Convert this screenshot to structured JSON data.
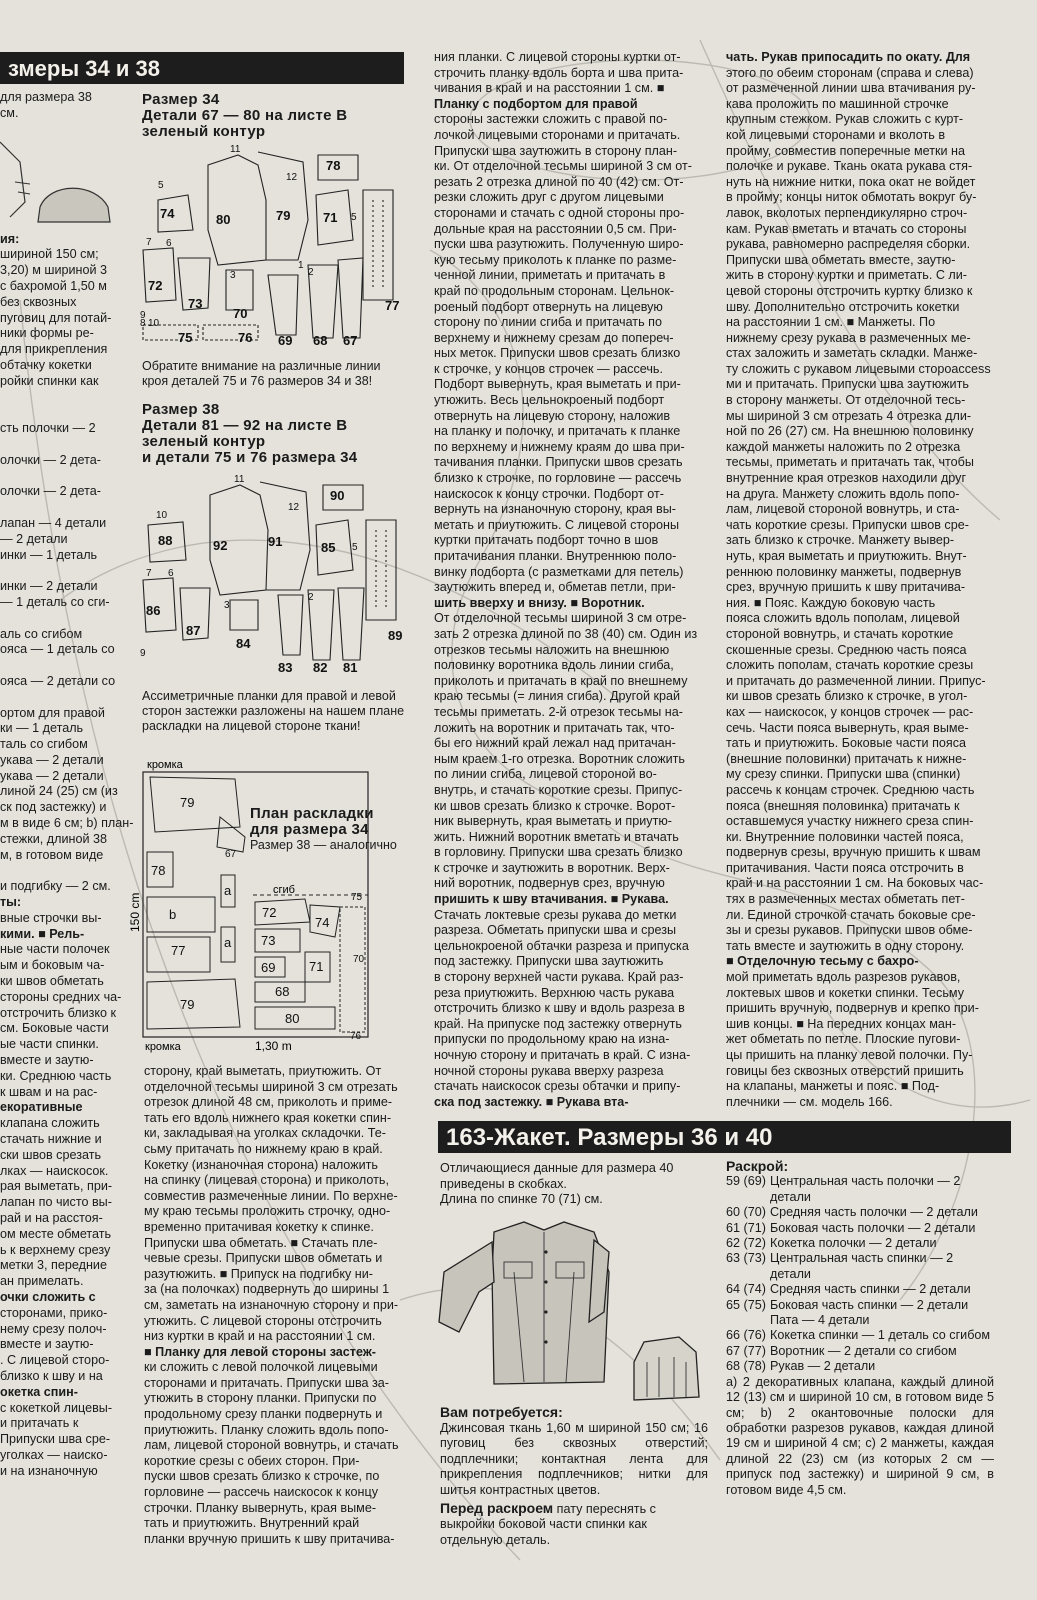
{
  "header_left": "змеры 34 и 38",
  "header_bottom": "163-Жакет. Размеры 36 и 40",
  "left_column": [
    "для размера 38",
    "см.",
    "",
    "",
    "",
    "",
    "",
    "",
    "ия:",
    "шириной 150 см;",
    "3,20) м шириной 3",
    "с бахромой 1,50 м",
    "без сквозных",
    "пуговиц для потай-",
    "ники формы ре-",
    "для прикрепления",
    "",
    "обтачку кокетки",
    "ройки спинки как",
    "",
    "",
    "сть полочки — 2",
    "",
    "олочки — 2 дета-",
    "",
    "олочки — 2 дета-",
    "",
    "лапан — 4 детали",
    "— 2 детали",
    "инки — 1 деталь",
    "",
    "инки — 2 детали",
    "— 1 деталь со сги-",
    "",
    "аль со сгибом",
    "ояса — 1 деталь со",
    "",
    "ояса — 2 детали со",
    "",
    "ортом для правой",
    "ки — 1 деталь",
    "таль со сгибом",
    "укава — 2 детали",
    "укава — 2 детали",
    "линой 24 (25) см (из",
    "ск под застежку) и",
    "м в виде 6 см; b) план-",
    "стежки, длиной 38",
    "м, в готовом виде",
    "",
    "и подгибку — 2 см.",
    "ты:",
    "вные строчки вы-",
    "кими. ■ Рель-",
    "ные части полочек",
    "ым и боковым ча-",
    "ки швов обметать",
    "стороны средних ча-",
    "отстрочить близко к",
    "см. Боковые части",
    "ые части спинки.",
    "вместе и заутю-",
    "ки. Среднюю часть",
    "к швам и на рас-",
    "екоративные",
    "клапана сложить",
    "стачать нижние и",
    "ски швов срезать",
    "лках — наискосок.",
    "рая выметать, при-",
    "лапан по чисто вы-",
    "рай и на расстоя-",
    "ом месте обметать",
    "ь к верхнему срезу",
    "метки 3, передние",
    "ан примелать.",
    "очки сложить с",
    "сторонами, прико-",
    "нему срезу полоч-",
    "вместе и заутю-",
    ". С лицевой сторо-",
    "близко к шву и на",
    "окетка спин-",
    "с кокеткой лицевы-",
    "и притачать к",
    "Припуски шва сре-",
    "уголках — наиско-",
    "и на изнаночную"
  ],
  "size34": {
    "title": "Размер 34",
    "line1": "Детали 67 — 80 на листе В",
    "line2": "зеленый контур"
  },
  "note1": "Обратите внимание на различные линии кроя деталей 75 и 76 размеров 34 и 38!",
  "size38": {
    "title": "Размер 38",
    "line1": "Детали 81 — 92 на листе В",
    "line2": "зеленый контур",
    "line3": "и детали 75 и 76 размера 34"
  },
  "note2": "Ассиметричные планки для правой и левой сторон застежки разложены на нашем плане раскладки на лицевой стороне ткани!",
  "layout_plan": {
    "title1": "План раскладки",
    "title2": "для размера 34",
    "subtitle": "Размер 38 — аналогично",
    "kromka_top": "кромка",
    "kromka_bottom": "кромка",
    "sgib": "сгиб",
    "width": "1,30 m",
    "height": "150 cm"
  },
  "mid_lower": [
    "сторону, край выметать, приутюжить. От",
    "отделочной тесьмы шириной 3 см отрезать",
    "отрезок длиной 48 см, приколоть и приме-",
    "тать его вдоль нижнего края кокетки спин-",
    "ки, закладывая на уголках складочки. Те-",
    "сьму притачать по нижнему краю в край.",
    "Кокетку (изнаночная сторона) наложить",
    "на спинку (лицевая сторона) и приколоть,",
    "совместив размеченные линии. По верхне-",
    "му краю тесьмы проложить строчку, одно-",
    "временно притачивая кокетку к спинке.",
    "Припуски шва обметать. ■ Стачать пле-",
    "чевые срезы. Припуски швов обметать и",
    "разутюжить. ■ Припуск на подгибку ни-",
    "за (на полочках) подвернуть до ширины 1",
    "см, заметать на изнаночную сторону и при-",
    "утюжить. С лицевой стороны отстрочить",
    "низ куртки в край и на расстоянии 1 см.",
    "■ Планку для левой стороны застеж-",
    "ки сложить с левой полочкой лицевыми",
    "сторонами и притачать. Припуски шва за-",
    "утюжить в сторону планки. Припуски по",
    "продольному срезу планки подвернуть и",
    "приутюжить. Планку сложить вдоль попо-",
    "лам, лицевой стороной вовнутрь, и стачать",
    "короткие срезы с обеих сторон. При-",
    "пуски швов срезать близко к строчке, по",
    "горловине — рассечь наискосок к концу",
    "строчки. Планку вывернуть, края выме-",
    "тать и приутюжить. Внутренний край",
    "планки вручную пришить к шву притачива-"
  ],
  "col3": [
    "ния планки. С лицевой стороны куртки от-",
    "строчить планку вдоль борта и шва прита-",
    "чивания в край и на расстоянии 1 см. ■",
    "Планку с подбортом для правой",
    "стороны застежки сложить с правой по-",
    "лочкой лицевыми сторонами и притачать.",
    "Припуски шва заутюжить в сторону план-",
    "ки. От отделочной тесьмы шириной 3 см от-",
    "резать 2 отрезка длиной по 40 (42) см. От-",
    "резки сложить друг с другом лицевыми",
    "сторонами и стачать с одной стороны про-",
    "дольные края на расстоянии 0,5 см. При-",
    "пуски шва разутюжить. Полученную широ-",
    "кую тесьму приколоть к планке по разме-",
    "ченной линии, приметать и притачать в",
    "край по продольным сторонам. Цельнок-",
    "роеный подборт отвернуть на лицевую",
    "сторону по линии сгиба и притачать по",
    "верхнему и нижнему срезам до попереч-",
    "ных меток. Припуски швов срезать близко",
    "к строчке, у концов строчек — рассечь.",
    "Подборт вывернуть, края выметать и при-",
    "утюжить. Весь цельнокроеный подборт",
    "отвернуть на лицевую сторону, наложив",
    "на планку и полочку, и притачать к планке",
    "по верхнему и нижнему краям до шва при-",
    "тачивания планки. Припуски швов срезать",
    "близко к строчке, по горловине — рассечь",
    "наискосок к концу строчки. Подборт от-",
    "вернуть на изнаночную сторону, края вы-",
    "метать и приутюжить. С лицевой стороны",
    "куртки притачать подборт точно в шов",
    "притачивания планки. Внутреннюю поло-",
    "винку подборта (с разметками для петель)",
    "заутюжить вперед и, обметав петли, при-",
    "шить вверху и внизу. ■ Воротник.",
    "От отделочной тесьмы шириной 3 см отре-",
    "зать 2 отрезка длиной по 38 (40) см. Один из",
    "отрезков тесьмы наложить на внешнюю",
    "половинку воротника вдоль линии сгиба,",
    "приколоть и притачать в край по внешнему",
    "краю тесьмы (= линия сгиба). Другой край",
    "тесьмы приметать. 2-й отрезок тесьмы на-",
    "ложить на воротник и притачать так, что-",
    "бы его нижний край лежал над притачан-",
    "ным краем 1-го отрезка. Воротник сложить",
    "по линии сгиба, лицевой стороной во-",
    "внутрь, и стачать короткие срезы. Припус-",
    "ки швов срезать близко к строчке. Ворот-",
    "ник вывернуть, края выметать и приутю-",
    "жить. Нижний воротник вметать и втачать",
    "в горловину. Припуски шва срезать близко",
    "к строчке и заутюжить в воротник. Верх-",
    "ний воротник, подвернув срез, вручную",
    "пришить к шву втачивания. ■ Рукава.",
    "Стачать локтевые срезы рукава до метки",
    "разреза. Обметать припуски шва и срезы",
    "цельнокроеной обтачки разреза и припуска",
    "под застежку. Припуски шва заутюжить",
    "в сторону верхней части рукава. Край раз-",
    "реза приутюжить. Верхнюю часть рукава",
    "отстрочить близко к шву и вдоль разреза в",
    "край. На припуске под застежку отвернуть",
    "припуски по продольному краю на изна-",
    "ночную сторону и притачать в край. С изна-",
    "ночной стороны рукава вверху разреза",
    "стачать наискосок срезы обтачки и припу-",
    "ска под застежку. ■ Рукава вта-"
  ],
  "col4": [
    "чать. Рукав припосадить по окату. Для",
    "этого по обеим сторонам (справа и слева)",
    "от размеченной линии шва втачивания ру-",
    "кава проложить по машинной строчке",
    "крупным стежком. Рукав сложить с курт-",
    "кой лицевыми сторонами и вколоть в",
    "пройму, совместив поперечные метки на",
    "полочке и рукаве. Ткань оката рукава стя-",
    "нуть на нижние нитки, пока окат не войдет",
    "в пройму; концы ниток обмотать вокруг бу-",
    "лавок, вколотых перпендикулярно строч-",
    "кам. Рукав вметать и втачать со стороны",
    "рукава, равномерно распределяя сборки.",
    "Припуски шва обметать вместе, заутю-",
    "жить в сторону куртки и приметать. С ли-",
    "цевой стороны отстрочить куртку близко к",
    "шву. Дополнительно отстрочить кокетки",
    "на расстоянии 1 см. ■ Манжеты. По",
    "нижнему срезу рукава в размеченных ме-",
    "стах заложить и заметать складки. Манже-",
    "ту сложить с рукавом лицевыми стороaccess",
    "ми и притачать. Припуски шва заутюжить",
    "в сторону манжеты. От отделочной тесь-",
    "мы шириной 3 см отрезать 4 отрезка дли-",
    "ной по 26 (27) см. На внешнюю половинку",
    "каждой манжеты наложить по 2 отрезка",
    "тесьмы, приметать и притачать так, чтобы",
    "внутренние края отрезков находили друг",
    "на друга. Манжету сложить вдоль попо-",
    "лам, лицевой стороной вовнутрь, и ста-",
    "чать короткие срезы. Припуски швов сре-",
    "зать близко к строчке. Манжету вывер-",
    "нуть, края выметать и приутюжить. Внут-",
    "реннюю половинку манжеты, подвернув",
    "срез, вручную пришить к шву притачива-",
    "ния. ■ Пояс. Каждую боковую часть",
    "пояса сложить вдоль пополам, лицевой",
    "стороной вовнутрь, и стачать короткие",
    "скошенные срезы. Среднюю часть пояса",
    "сложить пополам, стачать короткие срезы",
    "и притачать до размеченной линии. Припус-",
    "ки швов срезать близко к строчке, в угол-",
    "ках — наискосок, у концов строчек — рас-",
    "сечь. Части пояса вывернуть, края выме-",
    "тать и приутюжить. Боковые части пояса",
    "(внешние половинки) притачать к нижне-",
    "му срезу спинки. Припуски шва (спинки)",
    "рассечь к концам строчек. Среднюю часть",
    "пояса (внешняя половинка) притачать к",
    "оставшемуся участку нижнего среза спин-",
    "ки. Внутренние половинки частей пояса,",
    "подвернув срезы, вручную пришить к швам",
    "притачивания. Части пояса отстрочить в",
    "край и на расстоянии 1 см. На боковых час-",
    "тях в размеченных местах обметать пет-",
    "ли. Единой строчкой стачать боковые сре-",
    "зы и срезы рукавов. Припуски швов обме-",
    "тать вместе и заутюжить в одну сторону.",
    "■ Отделочную тесьму с бахро-",
    "мой приметать вдоль разрезов рукавов,",
    "локтевых швов и кокетки спинки. Тесьму",
    "пришить вручную, подвернув и крепко при-",
    "шив концы. ■ На передних концах ман-",
    "жет обметать по петле. Плоские пугови-",
    "цы пришить на планку левой полочки. Пу-",
    "говицы без сквозных отверстий пришить",
    "на клапаны, манжеты и пояс. ■ Под-",
    "плечники — см. модель 166."
  ],
  "jacket": {
    "intro1": "Отличающиеся данные для размера 40",
    "intro2": "приведены в скобках.",
    "intro3": "Длина по спинке 70 (71) см.",
    "need_title": "Вам потребуется:",
    "need_text": "Джинсовая ткань 1,60 м шириной 150 см; 16 пуговиц без сквозных отверстий; подплечники; контактная лента для прикрепления подплечников; нитки для шитья контрастных цветов.",
    "before_title": "Перед раскроем",
    "before_text": "пату переснять с выкройки боковой части спинки как отдельную деталь."
  },
  "cut": {
    "title": "Раскрой:",
    "items": [
      {
        "n": "59 (69)",
        "t": "Центральная часть полочки — 2 детали"
      },
      {
        "n": "60 (70)",
        "t": "Средняя часть полочки — 2 детали"
      },
      {
        "n": "61 (71)",
        "t": "Боковая часть полочки — 2 детали"
      },
      {
        "n": "62 (72)",
        "t": "Кокетка полочки — 2 детали"
      },
      {
        "n": "63 (73)",
        "t": "Центральная часть спинки — 2 детали"
      },
      {
        "n": "64 (74)",
        "t": "Средняя часть спинки — 2 детали"
      },
      {
        "n": "65 (75)",
        "t": "Боковая часть спинки — 2 детали Пата — 4 детали"
      },
      {
        "n": "66 (76)",
        "t": "Кокетка спинки — 1 деталь со сгибом"
      },
      {
        "n": "67 (77)",
        "t": "Воротник — 2 детали со сгибом"
      },
      {
        "n": "68 (78)",
        "t": "Рукав — 2 детали"
      }
    ],
    "extra": "а) 2 декоративных клапана, каждый длиной 12 (13) см и шириной 10 см, в готовом виде 5 см; b) 2 окантовочные полоски для обработки разрезов рукавов, каждая длиной 19 см и шириной 4 см; с) 2 манжеты, каждая длиной 22 (23) см (из которых 2 см — припуск под застежку) и шириной 9 см, в готовом виде 4,5 см."
  }
}
